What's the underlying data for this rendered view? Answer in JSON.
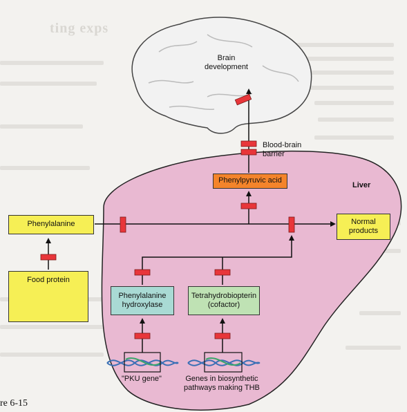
{
  "labels": {
    "brain": "Brain\ndevelopment",
    "bbb": "Blood-brain\nbarrier",
    "liver": "Liver",
    "phenylpyruvic": "Phenylpyruvic acid",
    "phenylalanine": "Phenylalanine",
    "normal_products": "Normal\nproducts",
    "food_protein": "Food protein",
    "pah": "Phenylalanine\nhydroxylase",
    "thb": "Tetrahydrobiopterin\n(cofactor)",
    "pku_gene": "\"PKU gene\"",
    "thb_genes": "Genes in biosynthetic\npathways making THB",
    "caption": "re 6-15",
    "faint_heading": "ting exps"
  },
  "colors": {
    "liver_fill": "#e9b9d2",
    "brain_fill": "#f2f2f2",
    "block_red": "#e8363a",
    "box_yellow": "#f6ef55",
    "box_orange": "#f4842b",
    "box_teal": "#a9dad4",
    "box_green": "#bfe2b4",
    "dna_blue": "#3a6fb5"
  }
}
